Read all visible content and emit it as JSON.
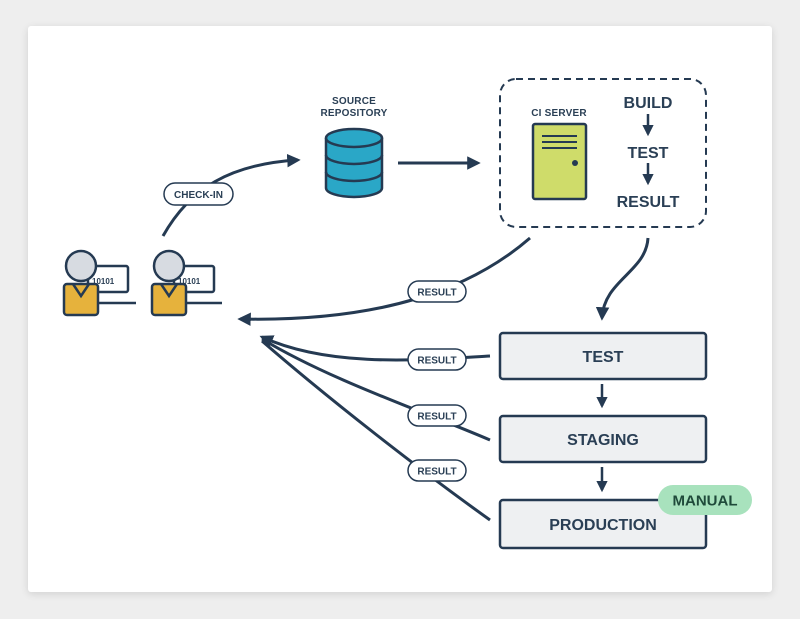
{
  "source_repository": {
    "line1": "SOURCE",
    "line2": "REPOSITORY"
  },
  "ci_server": {
    "label": "CI SERVER",
    "steps": [
      "BUILD",
      "TEST",
      "RESULT"
    ]
  },
  "check_in": "CHECK-IN",
  "developers": [
    {
      "screen_text": "10101"
    },
    {
      "screen_text": "10101"
    }
  ],
  "result_labels": [
    "RESULT",
    "RESULT",
    "RESULT",
    "RESULT"
  ],
  "stages": [
    "TEST",
    "STAGING",
    "PRODUCTION"
  ],
  "manual_badge": "MANUAL",
  "colors": {
    "navy": "#253a52",
    "database": "#2aa7c7",
    "server": "#cfdc6a",
    "developer_body": "#e6b23c",
    "developer_head": "#d7dbe1",
    "stage_fill": "#eef0f2",
    "manual_badge": "#a8e2bd"
  },
  "icons": [
    "developer-icon",
    "laptop-icon",
    "database-icon",
    "server-icon",
    "arrow-down-icon"
  ]
}
